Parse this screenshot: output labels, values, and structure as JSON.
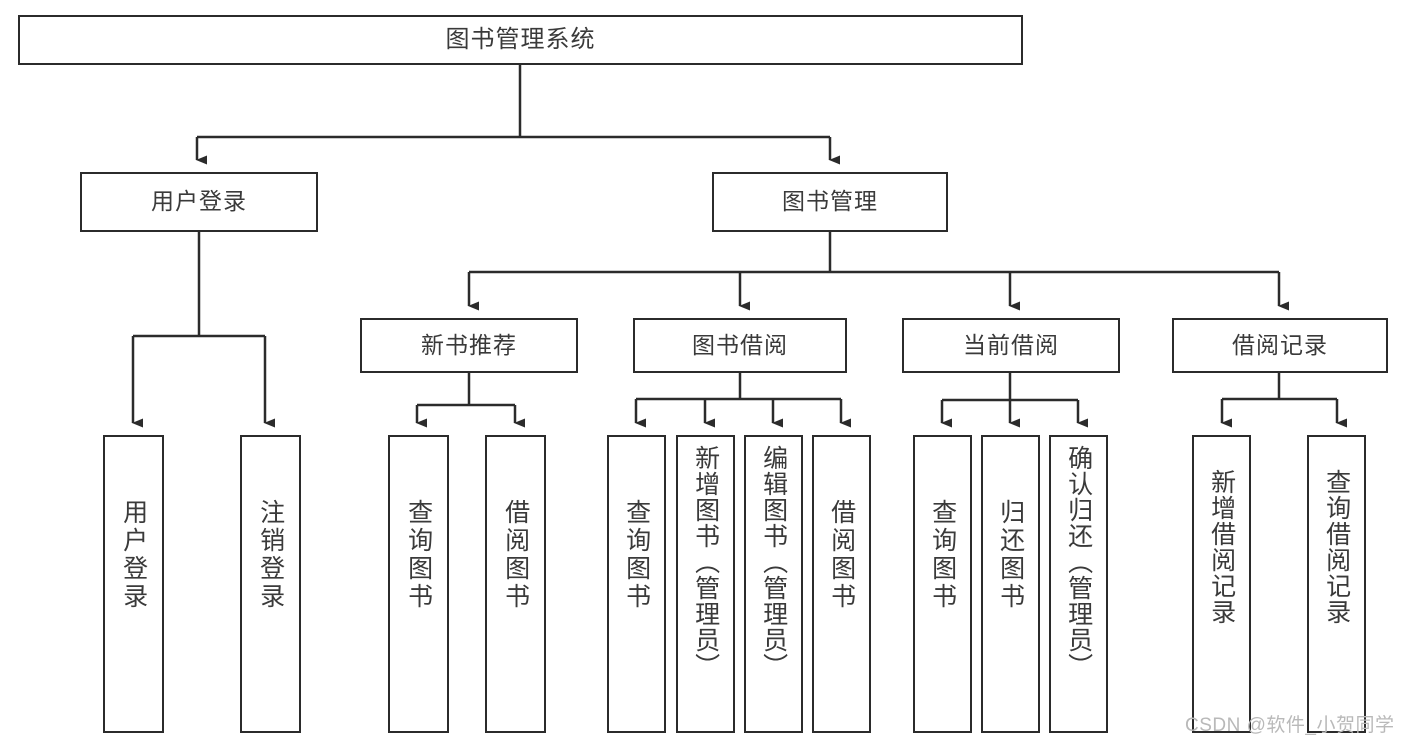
{
  "diagram": {
    "title": "图书管理系统",
    "type": "tree",
    "root": {
      "label": "图书管理系统"
    },
    "level1": [
      {
        "label": "用户登录"
      },
      {
        "label": "图书管理"
      }
    ],
    "level2": [
      {
        "label": "新书推荐"
      },
      {
        "label": "图书借阅"
      },
      {
        "label": "当前借阅"
      },
      {
        "label": "借阅记录"
      }
    ],
    "leaves": [
      {
        "label": "用户登录",
        "parent": "用户登录"
      },
      {
        "label": "注销登录",
        "parent": "用户登录"
      },
      {
        "label": "查询图书",
        "parent": "新书推荐"
      },
      {
        "label": "借阅图书",
        "parent": "新书推荐"
      },
      {
        "label": "查询图书",
        "parent": "图书借阅"
      },
      {
        "label": "新增图书（管理员）",
        "parent": "图书借阅"
      },
      {
        "label": "编辑图书（管理员）",
        "parent": "图书借阅"
      },
      {
        "label": "借阅图书",
        "parent": "图书借阅"
      },
      {
        "label": "查询图书",
        "parent": "当前借阅"
      },
      {
        "label": "归还图书",
        "parent": "当前借阅"
      },
      {
        "label": "确认归还（管理员）",
        "parent": "当前借阅"
      },
      {
        "label": "新增借阅记录",
        "parent": "借阅记录"
      },
      {
        "label": "查询借阅记录",
        "parent": "借阅记录"
      }
    ]
  },
  "watermark": {
    "text": "CSDN @软件_小贺同学"
  },
  "colors": {
    "stroke": "#2b2b2b",
    "text": "#3a3a3a",
    "background": "#ffffff",
    "watermark": "#b9b9b9"
  }
}
